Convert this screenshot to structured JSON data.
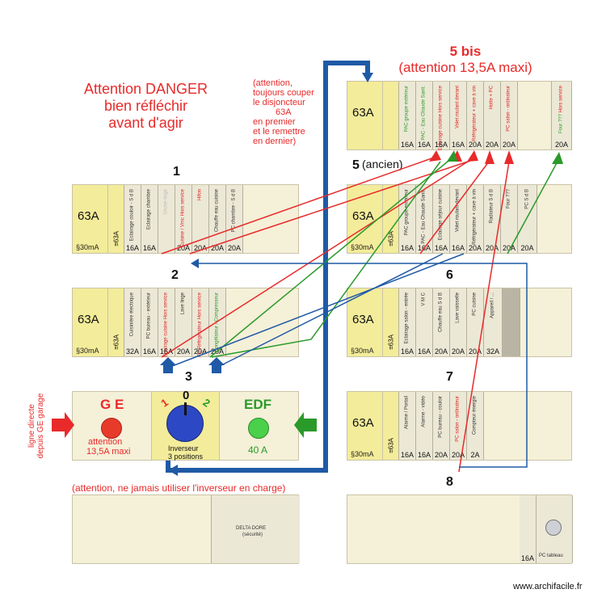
{
  "warning": {
    "line1": "Attention DANGER",
    "line2": "bien réfléchir",
    "line3": "avant d'agir"
  },
  "note63": {
    "l1": "(attention,",
    "l2": "toujours couper",
    "l3": "le disjoncteur",
    "l4": "63A",
    "l5": "en premier",
    "l6": "et le remettre",
    "l7": "en dernier)"
  },
  "title5bis": {
    "l1": "5 bis",
    "l2": "(attention 13,5A maxi)"
  },
  "labels": {
    "n1": "1",
    "n2": "2",
    "n3": "3",
    "n5": "5",
    "n5sub": "(ancien)",
    "n6": "6",
    "n7": "7",
    "n8": "8"
  },
  "panel_common": {
    "main_amp": "63A",
    "diff": "§30mA",
    "x63": "≡63A"
  },
  "panel1": {
    "devices": [
      {
        "label": "Eclairage couloir - S d B",
        "rating": "16A"
      },
      {
        "label": "Eclairage chambre",
        "rating": "16A"
      },
      {
        "label": "Sèche-linge",
        "rating": ""
      },
      {
        "label": "Cuisine / Vmc",
        "sub": "Hors service",
        "rating": "20A"
      },
      {
        "label": "Hifon",
        "rating": "20A"
      },
      {
        "label": "Chauffe eau cuisine",
        "rating": "20A"
      },
      {
        "label": "PC chambre - S d B",
        "rating": "20A"
      }
    ]
  },
  "panel2": {
    "devices": [
      {
        "label": "Cuisinière électrique",
        "rating": "32A"
      },
      {
        "label": "PC bureau - extérieur",
        "rating": "16A"
      },
      {
        "label": "Eclairage cuisine",
        "sub": "Hors service",
        "rating": "16A"
      },
      {
        "label": "Lave linge",
        "rating": "20A"
      },
      {
        "label": "PC Réfrigérateur",
        "sub": "Hors service",
        "rating": "20A"
      },
      {
        "label": "Congélateur / Compresseur",
        "rating": "20A"
      }
    ]
  },
  "panel5bis": {
    "devices": [
      {
        "label": "PAC groupe extérieur",
        "rating": "16A"
      },
      {
        "label": "PAC - Eau Chaude Sanit.",
        "rating": "16A"
      },
      {
        "label": "Eclairage cuisine",
        "sub": "Hors service",
        "rating": "16A"
      },
      {
        "label": "Volet roulant devant",
        "rating": "16A"
      },
      {
        "label": "Réfrigérateur",
        "sub": "+ cave à vin",
        "rating": "20A"
      },
      {
        "label": "Hotte",
        "sub": "+ PC",
        "rating": "20A"
      },
      {
        "label": "PC salon - ordinateur",
        "rating": "20A"
      },
      {
        "label": "",
        "rating": ""
      },
      {
        "label": "Four ???",
        "sub": "Hors service",
        "rating": "20A"
      }
    ]
  },
  "panel5": {
    "devices": [
      {
        "label": "PAC groupe extérieur",
        "rating": "16A"
      },
      {
        "label": "PAC - Eau Chaude Sanit.",
        "rating": "16A"
      },
      {
        "label": "Eclairage séjour cuisine",
        "rating": "16A"
      },
      {
        "label": "Volet roulant devant",
        "rating": "16A"
      },
      {
        "label": "Réfrigérateur",
        "sub": "+ cave à vin",
        "rating": "20A"
      },
      {
        "label": "Radiateur S d B",
        "rating": "20A"
      },
      {
        "label": "Four ???",
        "rating": "20A"
      },
      {
        "label": "PC S d B",
        "rating": "20A"
      }
    ]
  },
  "panel6": {
    "devices": [
      {
        "label": "Eclairage salon - entrée",
        "rating": "16A"
      },
      {
        "label": "V M C",
        "rating": "16A"
      },
      {
        "label": "Chauffe eau S d B",
        "rating": "20A"
      },
      {
        "label": "Lave vaisselle",
        "rating": "20A"
      },
      {
        "label": "PC cuisine",
        "rating": "20A"
      },
      {
        "label": "Appareil / ...",
        "rating": "32A"
      }
    ]
  },
  "panel7": {
    "devices": [
      {
        "label": "Alarme / Portail",
        "rating": "16A"
      },
      {
        "label": "Alarme - vidéo",
        "rating": "16A"
      },
      {
        "label": "PC bureau - couloir",
        "rating": "20A"
      },
      {
        "label": "PC salon - ordinateur",
        "rating": "20A"
      },
      {
        "label": "Compteur énergie",
        "rating": "2A"
      }
    ]
  },
  "inverter": {
    "ge": "G E",
    "ge_note1": "attention",
    "ge_note2": "13,5A maxi",
    "edf": "EDF",
    "edf_rating": "40 A",
    "pos0": "0",
    "pos1": "1",
    "pos2": "2",
    "name1": "Inverseur",
    "name2": "3 positions",
    "side_line1": "ligne directe",
    "side_line2": "depuis GE garage"
  },
  "inverter_note": "(attention, ne jamais utiliser l'inverseur en charge)",
  "delta": {
    "l1": "DELTA DORE",
    "l2": "(sécurité)"
  },
  "bottom_right": {
    "rating": "16A",
    "label": "PC tableau"
  },
  "watermark": "www.archifacile.fr",
  "colors": {
    "red": "#e82a2a",
    "green": "#2a9a2a",
    "blue": "#1f5aa6",
    "panel": "#f5f0d8",
    "yellow": "#f3ec9a"
  }
}
